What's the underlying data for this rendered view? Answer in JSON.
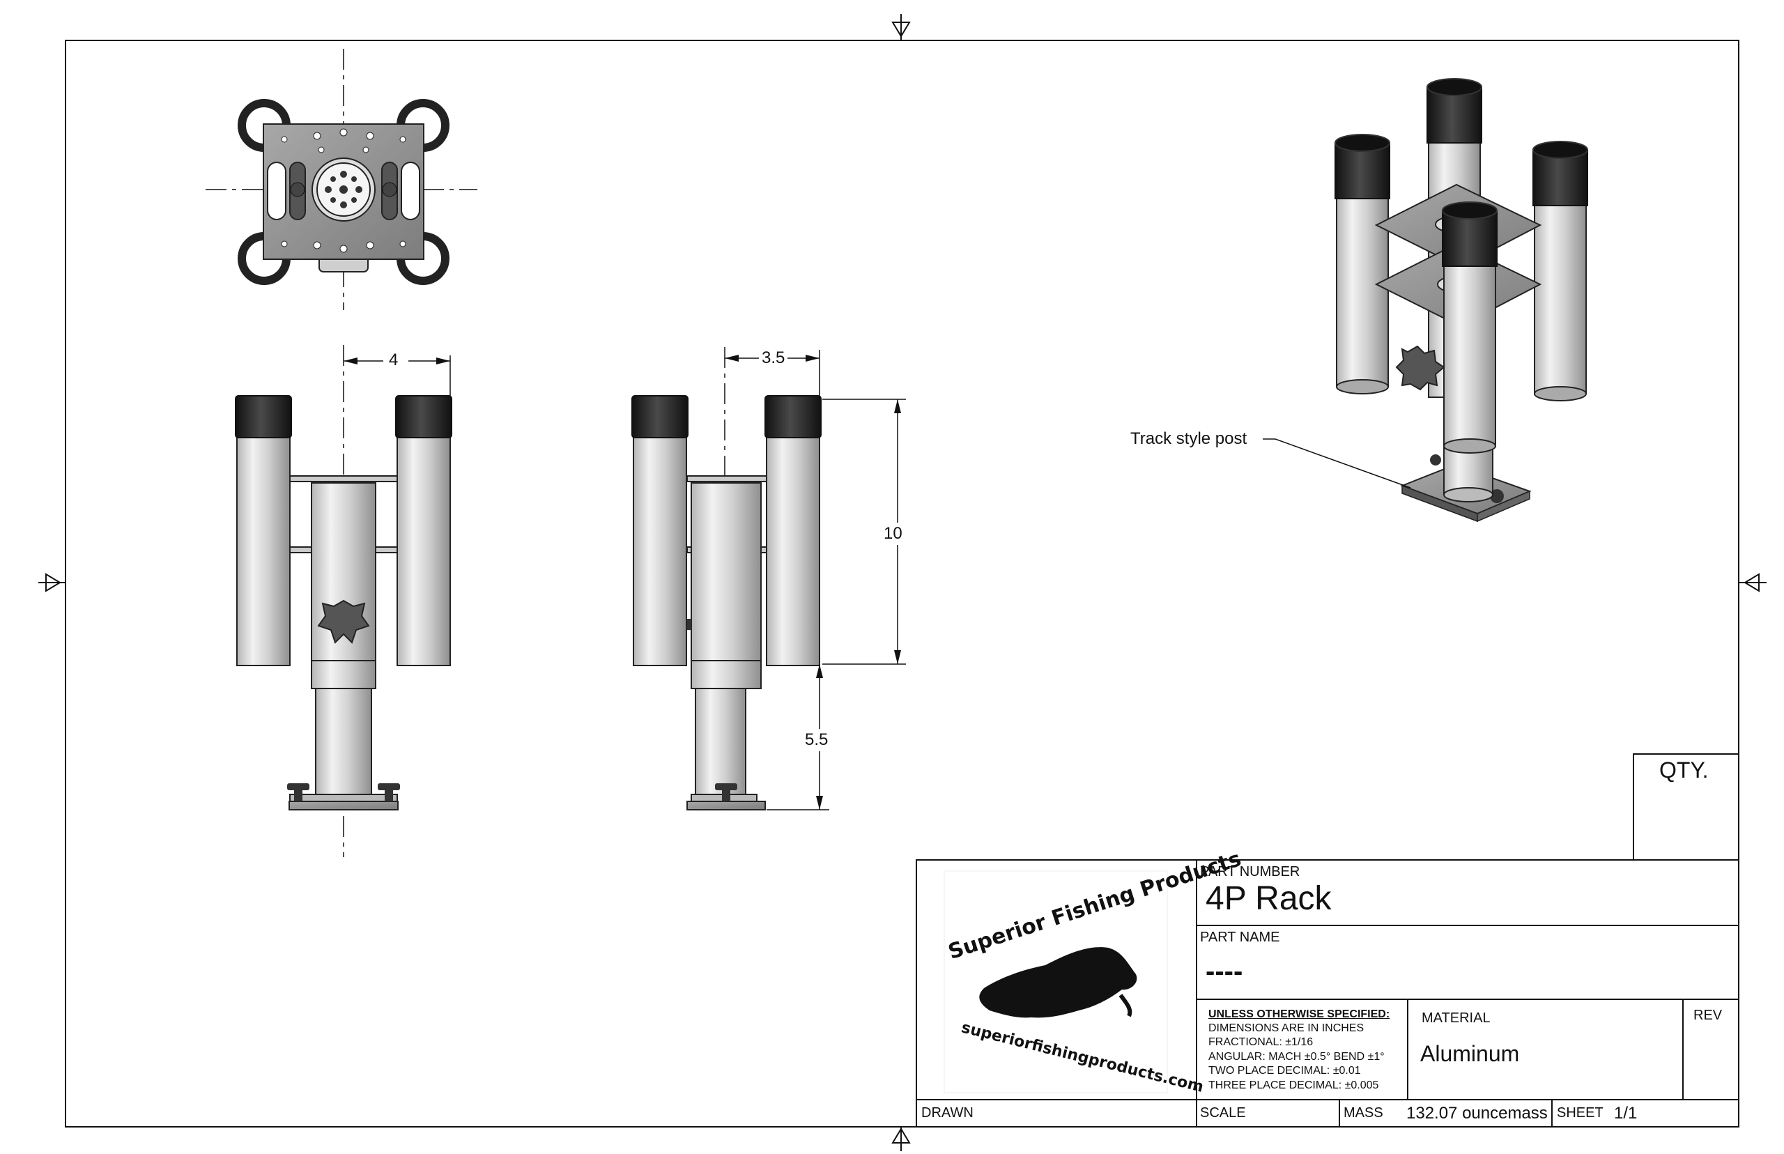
{
  "dimensions": {
    "top_width": "4",
    "side_width": "3.5",
    "tube_height": "10",
    "post_height": "5.5"
  },
  "callout": {
    "text": "Track style post"
  },
  "title_block": {
    "qty_label": "QTY.",
    "part_number_label": "PART NUMBER",
    "part_number": "4P Rack",
    "part_name_label": "PART NAME",
    "part_name": "----",
    "tolerances": {
      "title": "UNLESS OTHERWISE SPECIFIED:",
      "lines": [
        "DIMENSIONS ARE IN INCHES",
        "FRACTIONAL: ±1/16",
        "ANGULAR: MACH ±0.5°  BEND ±1°",
        "TWO PLACE DECIMAL: ±0.01",
        "THREE PLACE DECIMAL: ±0.005"
      ]
    },
    "material_label": "MATERIAL",
    "material": "Aluminum",
    "rev_label": "REV",
    "drawn_label": "DRAWN",
    "scale_label": "SCALE",
    "mass_label": "MASS",
    "mass_value": "132.07 ouncemass",
    "sheet_label": "SHEET",
    "sheet_value": "1/1"
  },
  "logo": {
    "brand": "Superior Fishing Products",
    "url": "superiorfishingproducts.com"
  },
  "colors": {
    "line": "#111111",
    "aluminum_light": "#e8e8e8",
    "aluminum_dark": "#9a9a9a",
    "cap": "#222222",
    "plate": "#8a8a8a"
  }
}
